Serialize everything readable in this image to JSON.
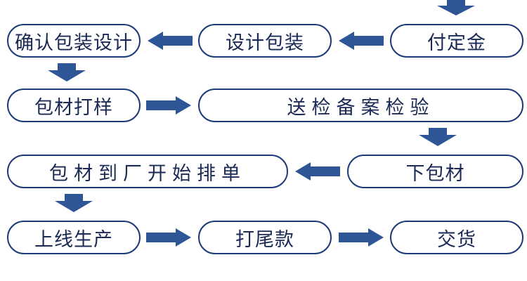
{
  "steps": {
    "deposit": "付定金",
    "packaging_design": "设计包装",
    "confirm_design": "确认包装设计",
    "sample": "包材打样",
    "inspection": "送检备案检验",
    "order_material": "下包材",
    "schedule": "包材到厂开始排单",
    "production": "上线生产",
    "final_payment": "打尾款",
    "delivery": "交货"
  },
  "colors": {
    "node_border": "#1e3a78",
    "node_text": "#1b2a55",
    "arrow": "#2e5596",
    "background": "#ffffff"
  },
  "flow_order": [
    "deposit",
    "packaging_design",
    "confirm_design",
    "sample",
    "inspection",
    "order_material",
    "schedule",
    "production",
    "final_payment",
    "delivery"
  ]
}
